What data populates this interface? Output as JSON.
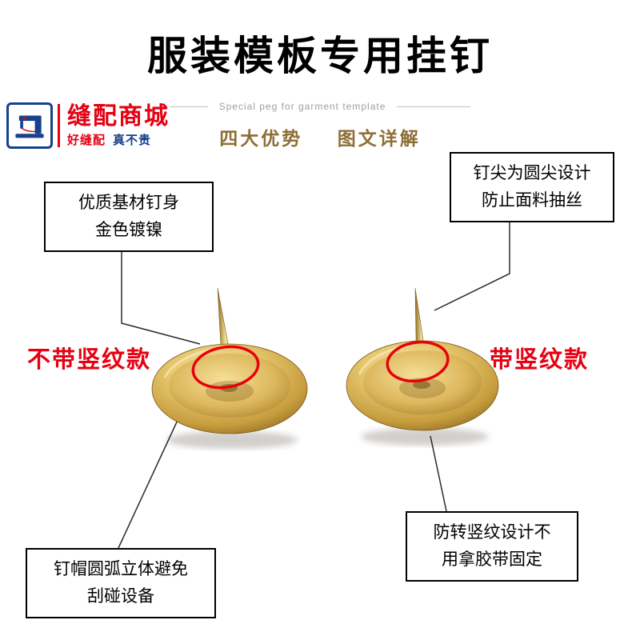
{
  "header": {
    "title": "服装模板专用挂钉",
    "subtitle_en": "Special peg for garment template",
    "tagline_left": "四大优势",
    "tagline_right": "图文详解"
  },
  "logo": {
    "brand": "缝配商城",
    "slogan_red": "好缝配",
    "slogan_blue": "真不贵",
    "icon": "sewing-machine-icon"
  },
  "callouts": {
    "top_left": {
      "line1": "优质基材钉身",
      "line2": "金色镀镍"
    },
    "top_right": {
      "line1": "钉尖为圆尖设计",
      "line2": "防止面料抽丝"
    },
    "bottom_left": {
      "line1": "钉帽圆弧立体避免",
      "line2": "刮碰设备"
    },
    "bottom_right": {
      "line1": "防转竖纹设计不",
      "line2": "用拿胶带固定"
    }
  },
  "variants": {
    "left_label": "不带竖纹款",
    "right_label": "带竖纹款"
  },
  "colors": {
    "accent_red": "#e60012",
    "brand_blue": "#16418c",
    "gold_text": "#8d6e33",
    "pin_gold": "#d4ab4f"
  }
}
